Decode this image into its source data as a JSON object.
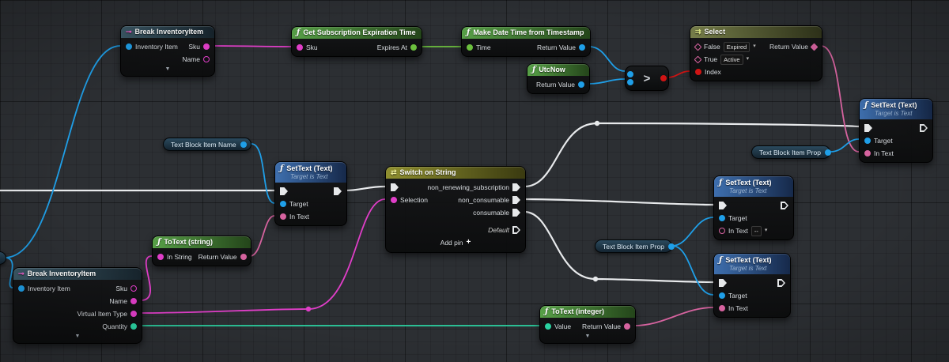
{
  "graph": {
    "background": "#2c2f33",
    "wire_colors": {
      "exec": "#e8eaec",
      "object": "#1f9fe8",
      "string": "#e03ec8",
      "text": "#d6639f",
      "float": "#6cc03e",
      "integer": "#2bd3a2",
      "boolean": "#d01414"
    }
  },
  "icons": {
    "function": "ƒ",
    "break_struct": "⊸",
    "select": "⇉",
    "switch": "⇄",
    "collapse": "▼",
    "caret": "▾",
    "add": "+"
  },
  "nodes": {
    "break_top": {
      "title": "Break InventoryItem",
      "inventory_item": "Inventory Item",
      "sku": "Sku",
      "name": "Name"
    },
    "get_subscription_expiration_time": {
      "title": "Get Subscription Expiration Time",
      "sku": "Sku",
      "expires_at": "Expires At"
    },
    "make_date_time": {
      "title": "Make Date Time from Timestamp",
      "time": "Time",
      "return_value": "Return Value"
    },
    "utc_now": {
      "title": "UtcNow",
      "return_value": "Return Value"
    },
    "greater": {
      "symbol": ">"
    },
    "select": {
      "title": "Select",
      "false_label": "False",
      "false_value": "Expired",
      "true_label": "True",
      "true_value": "Active",
      "index": "Index",
      "return_value": "Return Value"
    },
    "set_text": {
      "title": "SetText (Text)",
      "subtitle": "Target is Text",
      "target": "Target",
      "in_text": "In Text",
      "empty_value": "--"
    },
    "switch_on_string": {
      "title": "Switch on String",
      "selection": "Selection",
      "case_non_renewing": "non_renewing_subscription",
      "case_non_consumable": "non_consumable",
      "case_consumable": "consumable",
      "default_label": "Default",
      "add_pin": "Add pin"
    },
    "break_bottom": {
      "title": "Break InventoryItem",
      "inventory_item": "Inventory Item",
      "sku": "Sku",
      "name": "Name",
      "virtual_item_type": "Virtual Item Type",
      "quantity": "Quantity"
    },
    "to_text_string": {
      "title": "ToText (string)",
      "in_string": "In String",
      "return_value": "Return Value"
    },
    "to_text_integer": {
      "title": "ToText (integer)",
      "value": "Value",
      "return_value": "Return Value"
    },
    "var_item_name": {
      "label": "Text Block Item Name"
    },
    "var_item_prop": {
      "label": "Text Block Item Prop"
    }
  }
}
